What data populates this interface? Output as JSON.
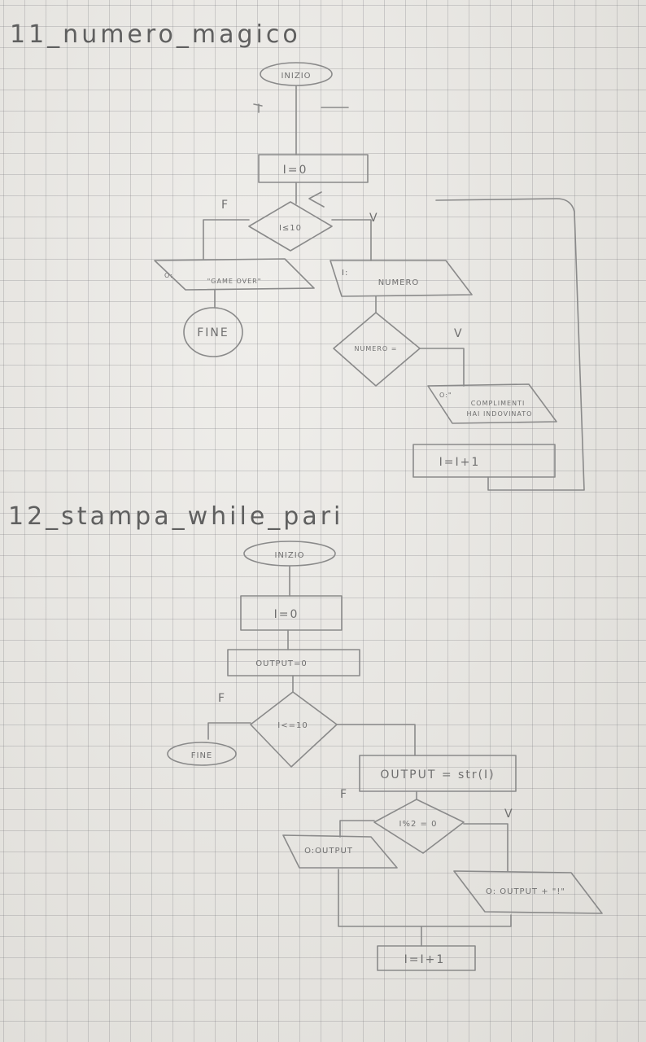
{
  "flowcharts": [
    {
      "title": "11_numero_magico",
      "start": "INIZIO",
      "init": "I=0",
      "condition": "I≤10",
      "false_flag": "F",
      "true_flag": "V",
      "false_output_prefix": "O:",
      "false_output": "\"GAME OVER\"",
      "end": "FINE",
      "input_prefix": "I:",
      "input": "NUMERO",
      "check": "NUMERO =",
      "check_true_flag": "V",
      "win_output_prefix": "O:\"",
      "win_output_line1": "COMPLIMENTI",
      "win_output_line2": "HAI INDOVINATO",
      "increment": "I=I+1"
    },
    {
      "title": "12_stampa_while_pari",
      "start": "INIZIO",
      "init": "I=0",
      "init2": "OUTPUT=0",
      "condition": "I<=10",
      "false_flag": "F",
      "end": "FINE",
      "assign": "OUTPUT = str(I)",
      "check": "I%2 = 0",
      "check_false_flag": "F",
      "check_true_flag": "V",
      "false_output": "O:OUTPUT",
      "true_output": "O: OUTPUT + \"!\"",
      "increment": "I=I+1"
    }
  ]
}
